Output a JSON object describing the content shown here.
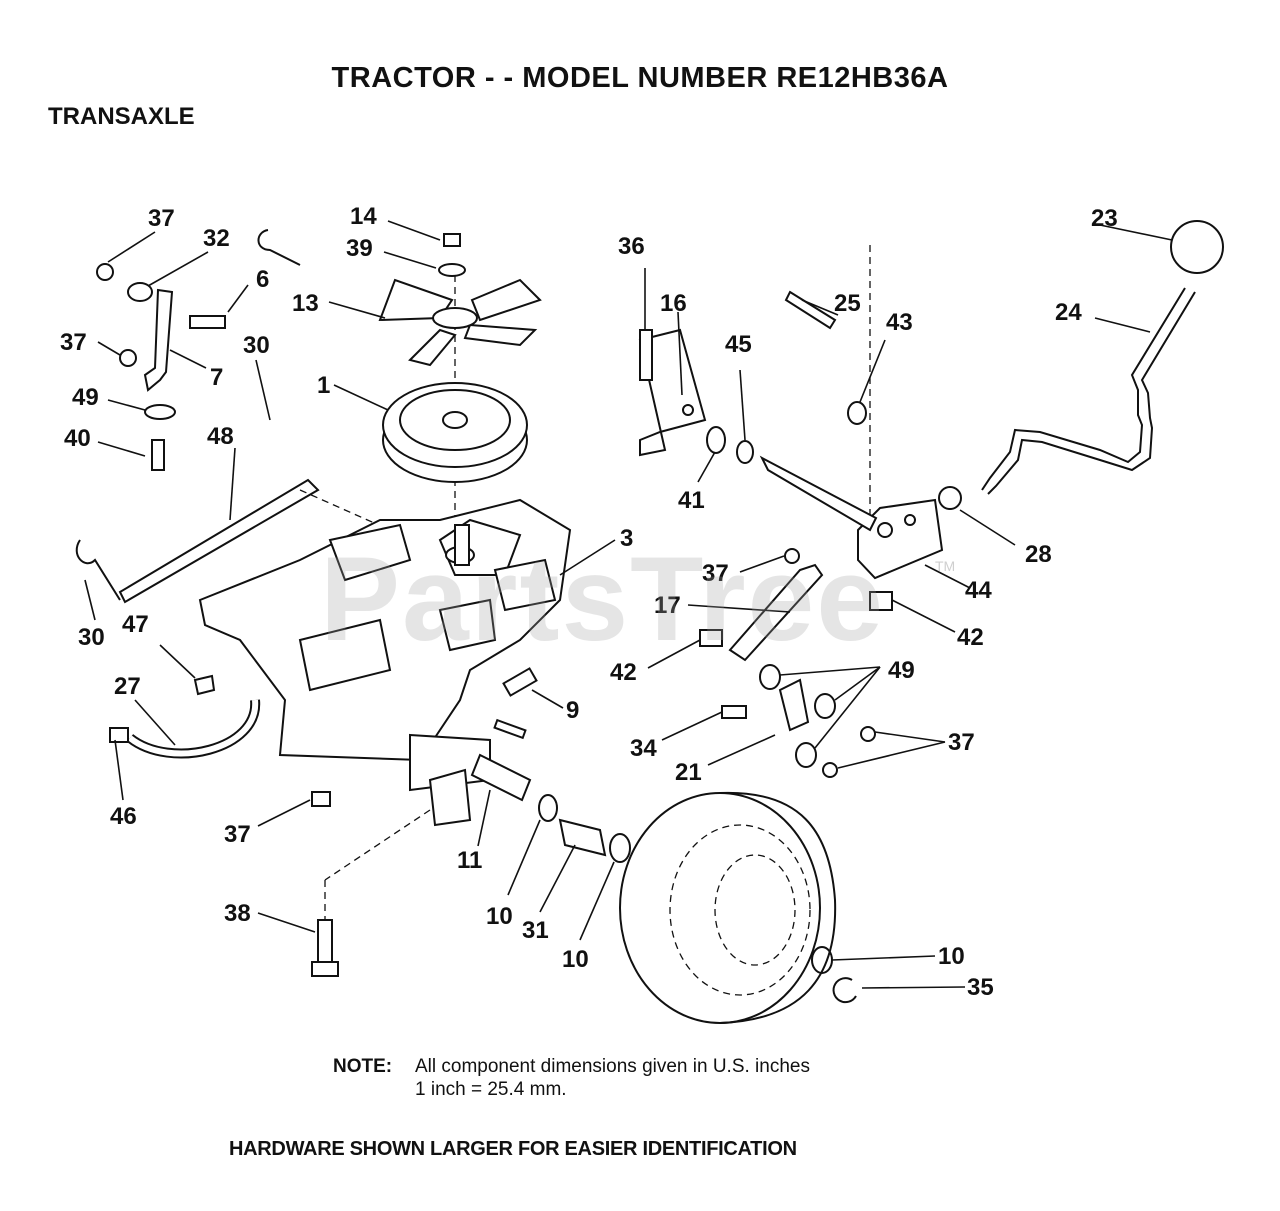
{
  "header": {
    "title": "TRACTOR - - MODEL NUMBER RE12HB36A",
    "section": "TRANSAXLE"
  },
  "watermark": "PartsTree",
  "watermark_tm": "TM",
  "note": {
    "label": "NOTE:",
    "line1": "All component dimensions given in U.S. inches",
    "line2": "1 inch = 25.4 mm."
  },
  "footer": "HARDWARE SHOWN LARGER FOR EASIER IDENTIFICATION",
  "callouts": [
    "37",
    "32",
    "6",
    "37",
    "7",
    "30",
    "49",
    "40",
    "48",
    "30",
    "47",
    "27",
    "46",
    "37",
    "38",
    "14",
    "39",
    "13",
    "1",
    "3",
    "9",
    "11",
    "10",
    "31",
    "10",
    "36",
    "16",
    "45",
    "41",
    "25",
    "43",
    "23",
    "24",
    "28",
    "37",
    "44",
    "17",
    "42",
    "42",
    "49",
    "34",
    "21",
    "37",
    "10",
    "35"
  ]
}
